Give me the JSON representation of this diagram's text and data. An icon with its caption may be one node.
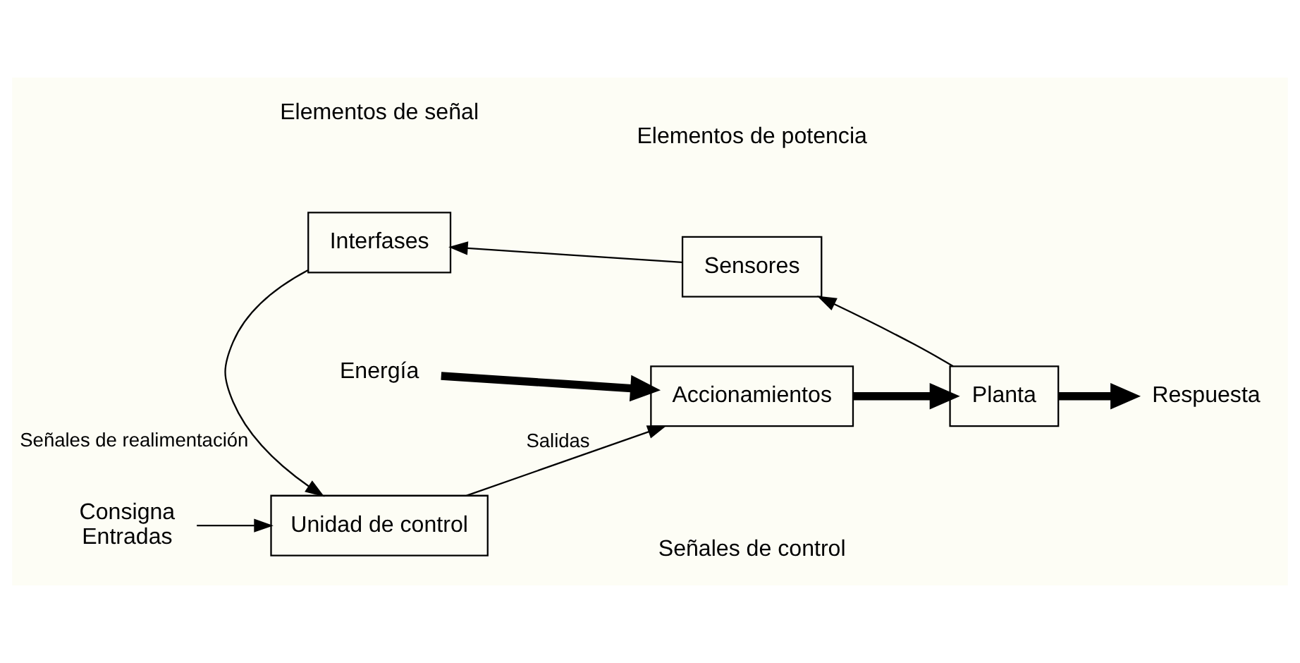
{
  "diagram": {
    "nodes": [
      {
        "text": [
          "Unidad de control"
        ]
      },
      {
        "text": [
          "Accionamientos"
        ]
      },
      {
        "text": [
          "Planta"
        ]
      },
      {
        "text": [
          "Sensores"
        ]
      },
      {
        "text": [
          "Interfases"
        ]
      },
      {
        "text": [
          "Consigna",
          "Entradas"
        ]
      },
      {
        "text": [
          "Energía"
        ]
      },
      {
        "text": [
          "Respuesta"
        ]
      }
    ],
    "edges": [
      {
        "from": 5,
        "to": 0,
        "arrow": "to"
      },
      {
        "from": 0,
        "to": 1,
        "arrow": "to",
        "label": "Salidas"
      },
      {
        "from": 6,
        "to": 1,
        "arrow": "to",
        "style": "thick"
      },
      {
        "from": 1,
        "to": 2,
        "arrow": "to",
        "style": "thick"
      },
      {
        "from": 2,
        "to": 7,
        "arrow": "to",
        "style": "thick"
      },
      {
        "from": 2,
        "to": 3,
        "arrow": "to"
      },
      {
        "from": 3,
        "to": 4,
        "arrow": "to"
      },
      {
        "from": 4,
        "to": 0,
        "arrow": "to",
        "label": "Señales de realimentación"
      }
    ],
    "labels": [
      "Señales de control",
      "Elementos de señal",
      "Elementos de potencia"
    ]
  }
}
